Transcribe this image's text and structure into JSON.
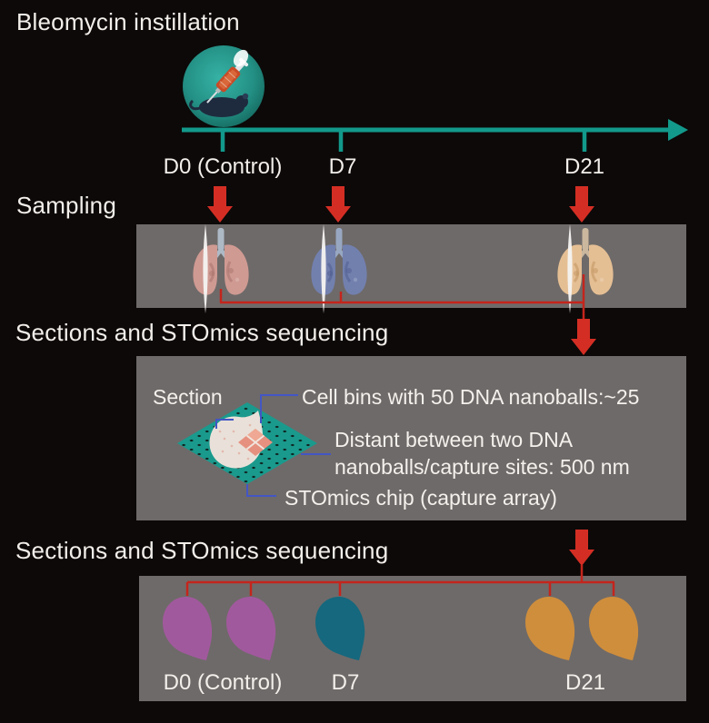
{
  "figure": {
    "headings": {
      "instillation": "Bleomycin instillation",
      "sampling": "Sampling",
      "sections_1": "Sections and STOmics sequencing",
      "sections_2": "Sections and STOmics sequencing"
    },
    "timeline": {
      "points": [
        {
          "label": "D0 (Control)"
        },
        {
          "label": "D7"
        },
        {
          "label": "D21"
        }
      ]
    },
    "chip_panel": {
      "section_label": "Section",
      "cell_bins_label": "Cell bins with 50 DNA nanoballs:~25",
      "distance_label_line1": "Distant between two DNA",
      "distance_label_line2": "nanoballs/capture sites: 500 nm",
      "chip_label": "STOmics chip (capture array)"
    },
    "samples_panel": {
      "labels": [
        {
          "text": "D0 (Control)"
        },
        {
          "text": "D7"
        },
        {
          "text": "D21"
        }
      ]
    }
  },
  "icons": {
    "instillation_icon": "syringe-over-mouse-icon",
    "blade_icon": "scalpel-blade-icon"
  },
  "lungs": [
    {
      "name": "lung-d0-control",
      "main": "#cf9a92",
      "dark": "#a8736c",
      "trachea": "#aeb9c6"
    },
    {
      "name": "lung-d7",
      "main": "#7280ae",
      "dark": "#4f5c90",
      "trachea": "#98a7c1"
    },
    {
      "name": "lung-d21",
      "main": "#e5bf94",
      "dark": "#c1935f",
      "trachea": "#cbb79e"
    }
  ],
  "droplets": [
    {
      "name": "section-d0-a",
      "fill": "#a1599d"
    },
    {
      "name": "section-d0-b",
      "fill": "#a1599d"
    },
    {
      "name": "section-d7",
      "fill": "#15687e"
    },
    {
      "name": "section-d21-a",
      "fill": "#cf8e3c"
    },
    {
      "name": "section-d21-b",
      "fill": "#cf8e3c"
    }
  ],
  "colors": {
    "background": "#0c0908",
    "panel_gray": "#6e6a69",
    "text_white": "#f2efeb",
    "timeline_teal": "#12998b",
    "arrow_red": "#d42e24",
    "line_red": "#c4251c",
    "line_blue": "#4356c4",
    "chip_teal": "#1a9a8d",
    "chip_dot": "#0e221f",
    "section_ivory": "#e9e1d9",
    "bin_salmon": "#e69180",
    "bin_grid_line": "#f1e6de",
    "icon_circle_teal": "#23968b",
    "mouse_navy": "#1e2b3f",
    "syringe_orange": "#c94b27",
    "blade_white": "#f5f3f0"
  }
}
